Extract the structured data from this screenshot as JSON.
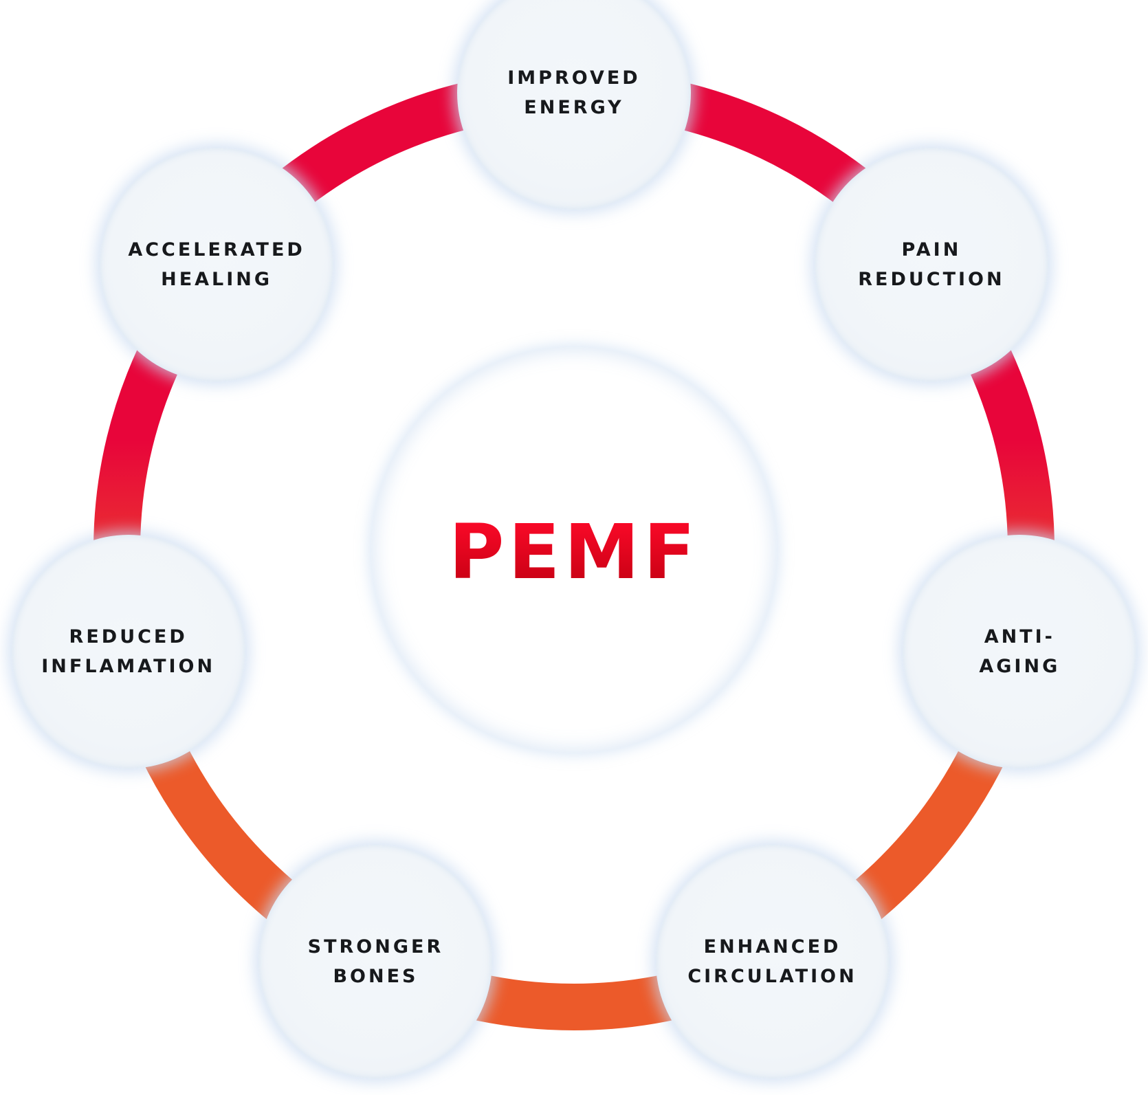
{
  "diagram": {
    "title": "PEMF",
    "colors": {
      "ring_top": "#e8053a",
      "ring_bottom": "#ec5a2a",
      "title_top": "#ff0a2a",
      "title_bottom": "#c40012",
      "bubble_fill": "#f1f5f9",
      "label_text": "#17191c"
    },
    "benefits": [
      {
        "id": "improved-energy",
        "line1": "IMPROVED",
        "line2": "ENERGY"
      },
      {
        "id": "pain-reduction",
        "line1": "PAIN",
        "line2": "REDUCTION"
      },
      {
        "id": "anti-aging",
        "line1": "ANTI-",
        "line2": "AGING"
      },
      {
        "id": "enhanced-circulation",
        "line1": "ENHANCED",
        "line2": "CIRCULATION"
      },
      {
        "id": "stronger-bones",
        "line1": "STRONGER",
        "line2": "BONES"
      },
      {
        "id": "reduced-inflamation",
        "line1": "REDUCED",
        "line2": "INFLAMATION"
      },
      {
        "id": "accelerated-healing",
        "line1": "ACCELERATED",
        "line2": "HEALING"
      }
    ]
  }
}
